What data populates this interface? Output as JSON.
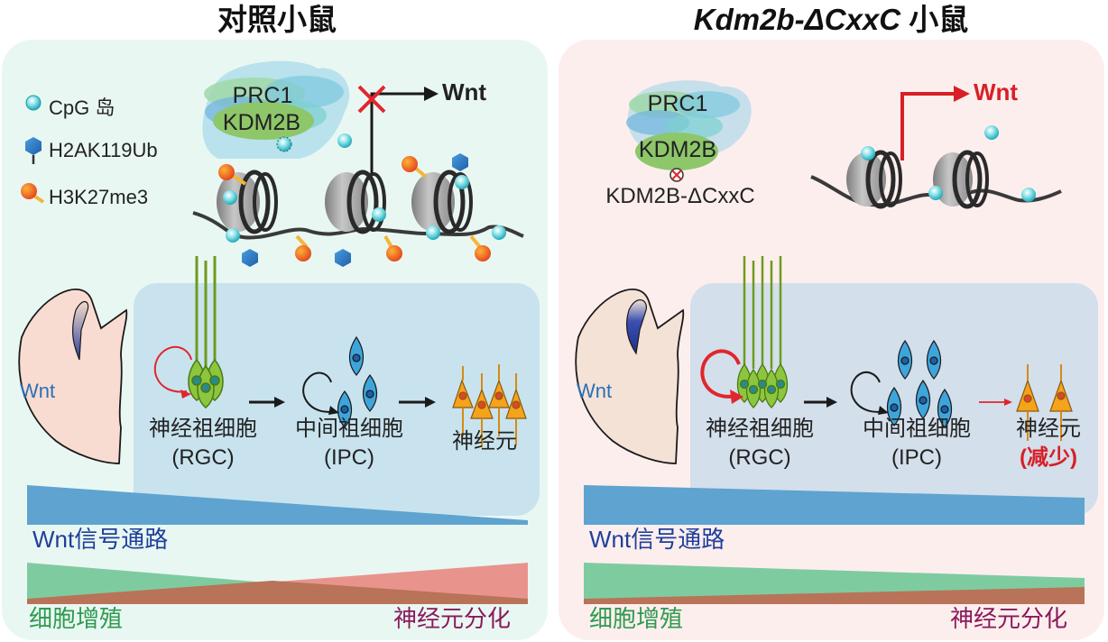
{
  "titles": {
    "control": "对照小鼠",
    "mutant_gene": "Kdm2b-ΔCxxC",
    "mutant_suffix": " 小鼠"
  },
  "legend": [
    {
      "icon": "cpg-island-icon",
      "label": "CpG 岛"
    },
    {
      "icon": "h2ak119ub-icon",
      "label": "H2AK119Ub"
    },
    {
      "icon": "h3k27me3-icon",
      "label": "H3K27me3"
    }
  ],
  "control": {
    "complex": {
      "prc1": "PRC1",
      "kdm2b": "KDM2B"
    },
    "target_gene": "Wnt",
    "target_state": "repressed",
    "brain_label": "Wnt",
    "cells": [
      {
        "name": "神经祖细胞",
        "abbr": "(RGC)"
      },
      {
        "name": "中间祖细胞",
        "abbr": "(IPC)"
      },
      {
        "name": "神经元",
        "abbr": ""
      }
    ],
    "gradients": {
      "wnt_label": "Wnt信号通路",
      "proliferation_label": "细胞增殖",
      "differentiation_label": "神经元分化"
    }
  },
  "mutant": {
    "complex": {
      "prc1": "PRC1",
      "kdm2b": "KDM2B",
      "deletion": "KDM2B-ΔCxxC"
    },
    "target_gene": "Wnt",
    "target_state": "activated",
    "brain_label": "Wnt",
    "cells": [
      {
        "name": "神经祖细胞",
        "abbr": "(RGC)"
      },
      {
        "name": "中间祖细胞",
        "abbr": "(IPC)"
      },
      {
        "name": "神经元",
        "abbr": "(减少)"
      }
    ],
    "gradients": {
      "wnt_label": "Wnt信号通路",
      "proliferation_label": "细胞增殖",
      "differentiation_label": "神经元分化"
    }
  },
  "colors": {
    "wnt_blue": "#5fa3d0",
    "prolif_green": "#7fcba0",
    "diff_red": "#e8837a",
    "overlap_brown": "#b97358",
    "wnt_text": "#1f3f9a",
    "prolif_text": "#2e9a4e",
    "diff_text": "#8a1a5a",
    "alert_red": "#d81f26"
  }
}
